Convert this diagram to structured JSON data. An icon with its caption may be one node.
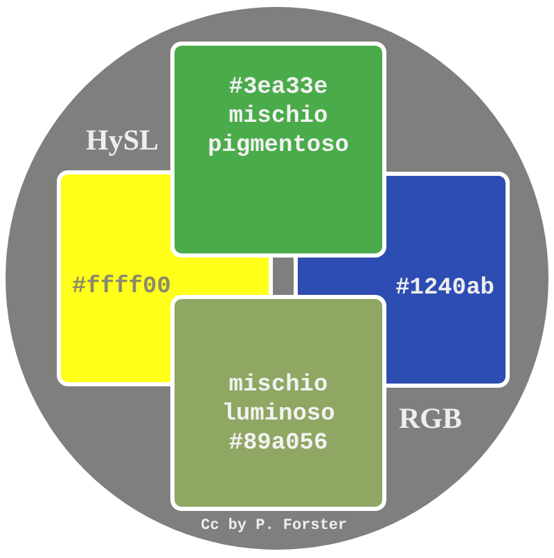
{
  "diagram": {
    "nodes": [
      {
        "text": [
          "#3ea33e mischio pigmentoso"
        ]
      },
      {
        "text": [
          "#ffff00"
        ]
      },
      {
        "text": [
          "#1240ab"
        ]
      },
      {
        "text": [
          "mischio luminoso #89a056"
        ]
      }
    ],
    "labels": [
      "HySL",
      "RGB",
      "Cc by P. Forster"
    ]
  }
}
